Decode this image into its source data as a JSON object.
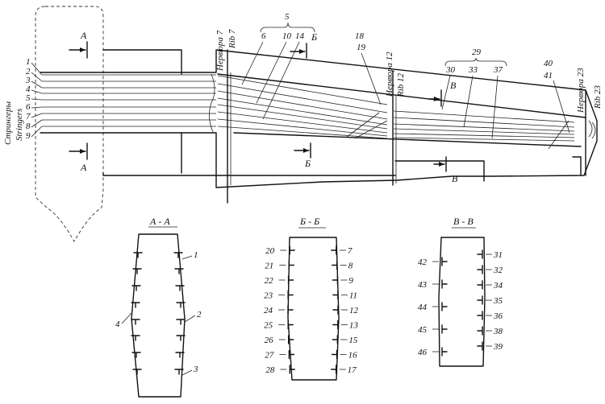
{
  "labels": {
    "stringers_ru": "Стрингеры",
    "stringers_en": "Stringers",
    "rib7_ru": "Нервюра 7",
    "rib7_en": "Rib 7",
    "rib12_ru": "Нервюра 12",
    "rib12_en": "Rib 12",
    "rib23_ru": "Нервюра 23",
    "rib23_en": "Rib 23",
    "cut_a": "А",
    "cut_b": "Б",
    "cut_v": "В",
    "section_aa": "А - А",
    "section_bb": "Б - Б",
    "section_vv": "В - В"
  },
  "stringer_numbers": [
    "1",
    "2",
    "3",
    "4",
    "5",
    "6",
    "7",
    "8",
    "9"
  ],
  "top_callouts": {
    "group5": "5",
    "n6": "6",
    "n10": "10",
    "n14": "14",
    "n18": "18",
    "n19": "19",
    "group29": "29",
    "n30": "30",
    "n33": "33",
    "n37": "37",
    "n40": "40",
    "n41": "41"
  },
  "section_aa": {
    "n1": "1",
    "n2": "2",
    "n3": "3",
    "n4": "4"
  },
  "section_bb": {
    "left": [
      "20",
      "21",
      "22",
      "23",
      "24",
      "25",
      "26",
      "27",
      "28"
    ],
    "right": [
      "7",
      "8",
      "9",
      "11",
      "12",
      "13",
      "15",
      "16",
      "17"
    ]
  },
  "section_vv": {
    "left": [
      "42",
      "43",
      "44",
      "45",
      "46"
    ],
    "right": [
      "31",
      "32",
      "34",
      "35",
      "36",
      "38",
      "39"
    ]
  }
}
